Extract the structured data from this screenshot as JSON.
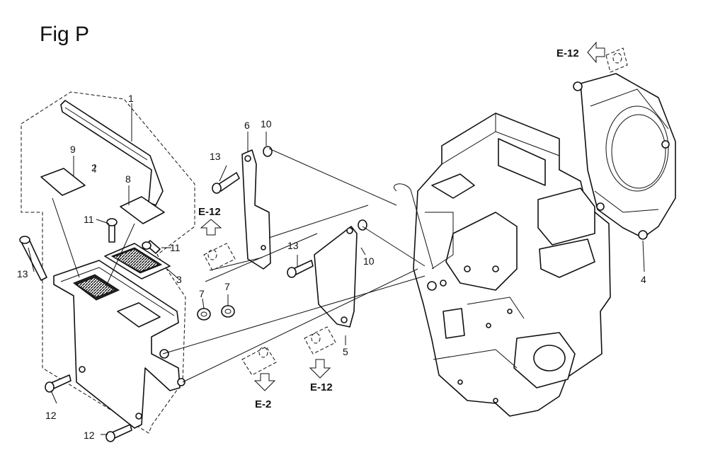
{
  "figure": {
    "title": "Fig P"
  },
  "callouts": {
    "n1": "1",
    "n2": "2",
    "n3": "3",
    "n4": "4",
    "n5": "5",
    "n6": "6",
    "n7a": "7",
    "n7b": "7",
    "n8": "8",
    "n9": "9",
    "n10a": "10",
    "n10b": "10",
    "n11a": "11",
    "n11b": "11",
    "n12a": "12",
    "n12b": "12",
    "n13a": "13",
    "n13b": "13",
    "n13c": "13"
  },
  "references": {
    "e12_top": "E-12",
    "e12_left": "E-12",
    "e12_mid": "E-12",
    "e2": "E-2"
  }
}
